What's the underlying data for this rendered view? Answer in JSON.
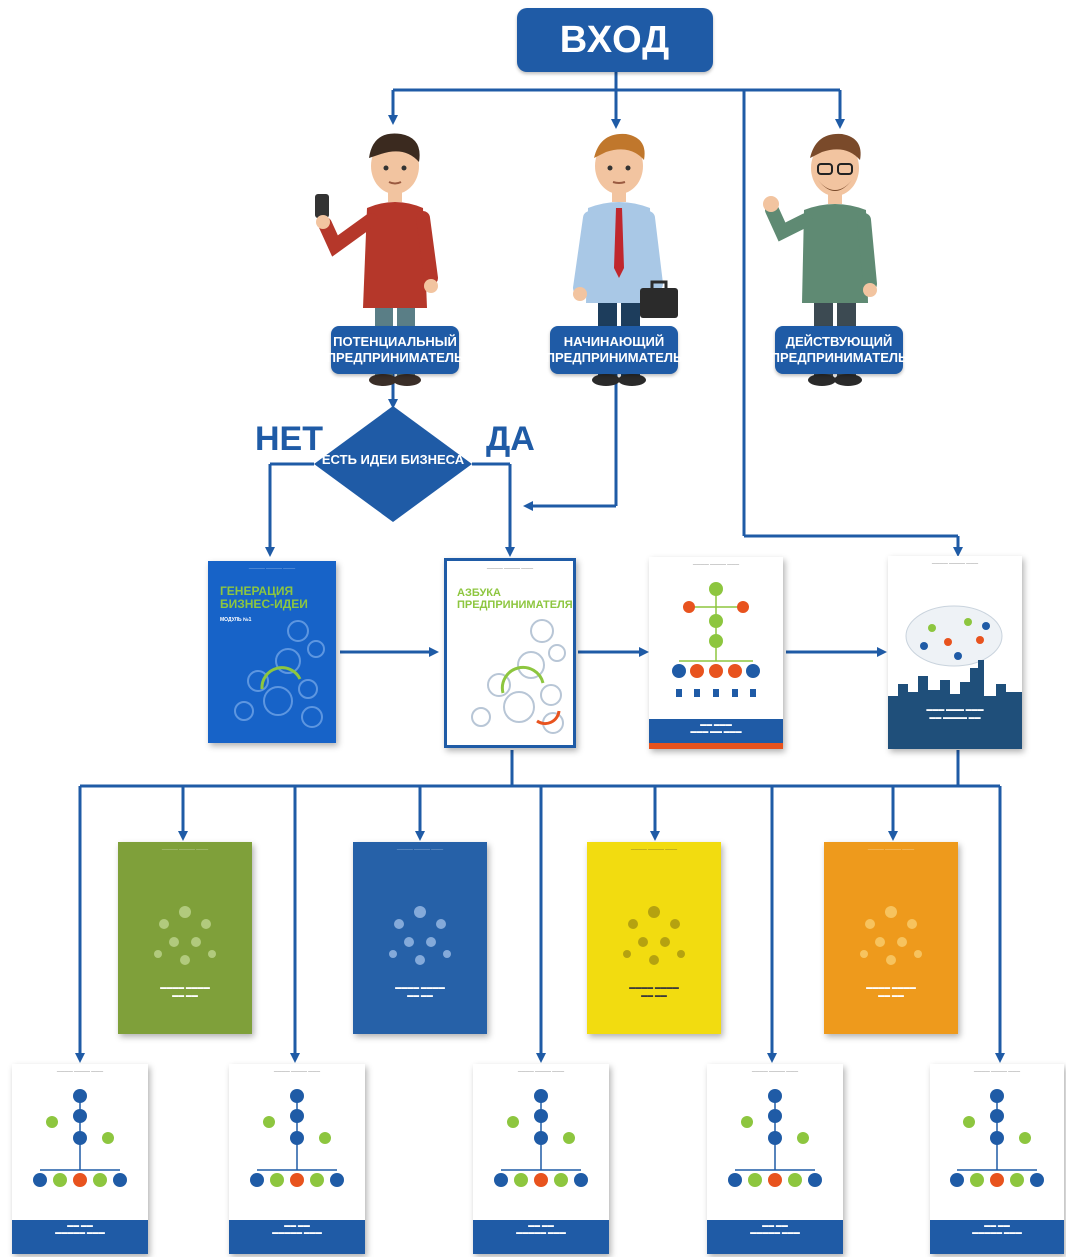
{
  "entry": "ВХОД",
  "people": [
    {
      "label_line1": "ПОТЕНЦИАЛЬНЫЙ",
      "label_line2": "ПРЕДПРИНИМАТЕЛЬ"
    },
    {
      "label_line1": "НАЧИНАЮЩИЙ",
      "label_line2": "ПРЕДПРИНИМАТЕЛЬ"
    },
    {
      "label_line1": "ДЕЙСТВУЮЩИЙ",
      "label_line2": "ПРЕДПРИНИМАТЕЛЬ"
    }
  ],
  "decision": {
    "text": "ЕСТЬ ИДЕИ БИЗНЕСА",
    "no": "НЕТ",
    "yes": "ДА"
  },
  "books": {
    "generation": {
      "title_line1": "ГЕНЕРАЦИЯ",
      "title_line2": "БИЗНЕС-ИДЕИ",
      "subtitle": "МОДУЛЬ №1"
    },
    "azbuka": {
      "title_line1": "АЗБУКА",
      "title_line2": "ПРЕДПРИНИМАТЕЛЯ"
    }
  },
  "colors": {
    "primary": "#1f5ba6",
    "green_book": "#7fa03a",
    "blue_book": "#2661a8",
    "yellow_book": "#f2dc10",
    "orange_book": "#ee9a1c",
    "accent_orange": "#e8531e",
    "accent_green": "#8dc63f"
  }
}
